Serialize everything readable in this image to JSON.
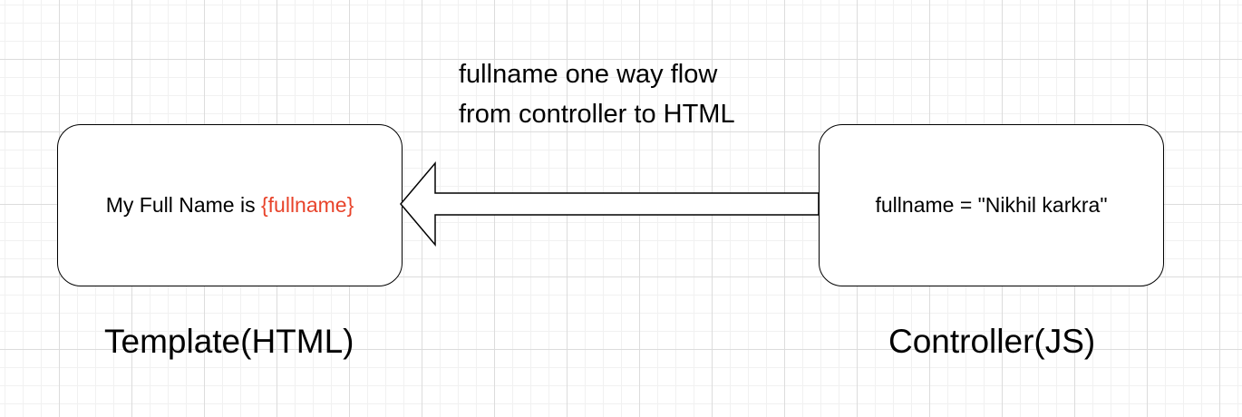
{
  "diagram": {
    "template_box": {
      "text_prefix": "My Full Name is ",
      "binding": "{fullname}"
    },
    "controller_box": {
      "text": "fullname = \"Nikhil karkra\""
    },
    "flow_label": {
      "line1": "fullname one way flow",
      "line2": "from controller to HTML"
    },
    "template_caption": "Template(HTML)",
    "controller_caption": "Controller(JS)",
    "colors": {
      "binding_accent": "#e8432a",
      "stroke": "#000000",
      "grid": "#dcdcdc"
    },
    "arrow": {
      "direction": "left",
      "from": "controller_box",
      "to": "template_box",
      "style": "hollow block arrow"
    }
  }
}
